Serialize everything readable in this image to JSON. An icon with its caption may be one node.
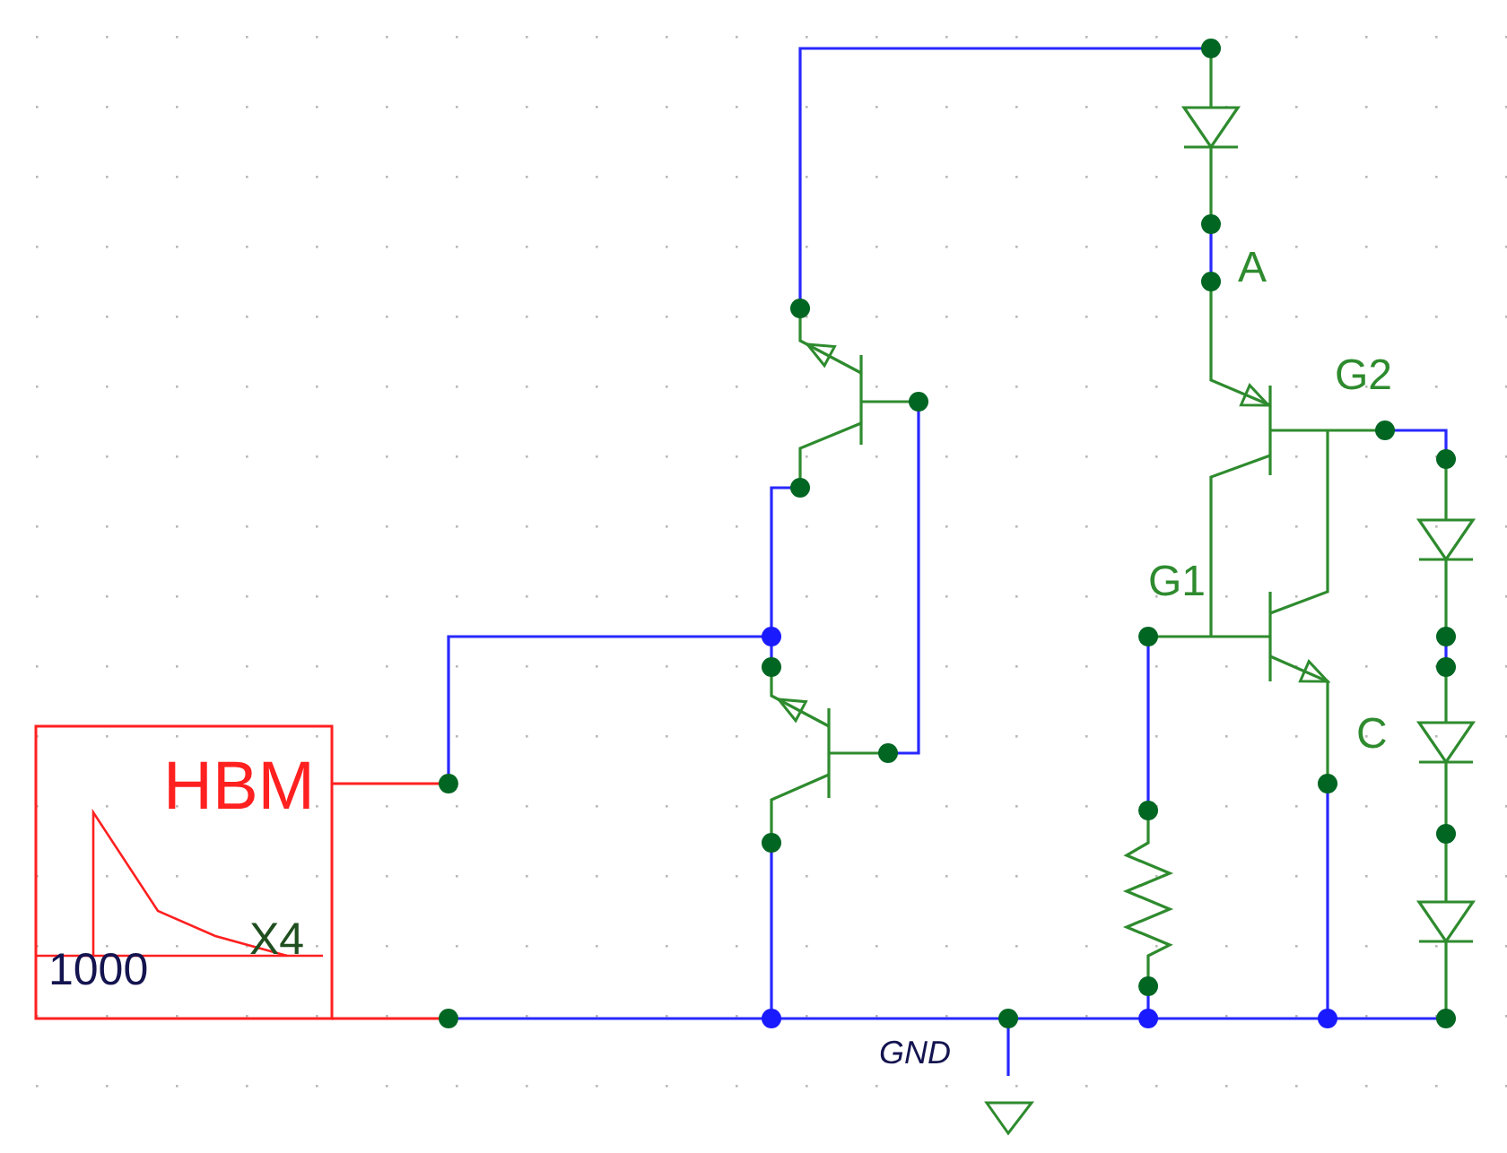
{
  "diagram": {
    "labels": [
      "A",
      "G2",
      "G1",
      "C",
      "HBM",
      "1000",
      "X4",
      "GND"
    ]
  }
}
